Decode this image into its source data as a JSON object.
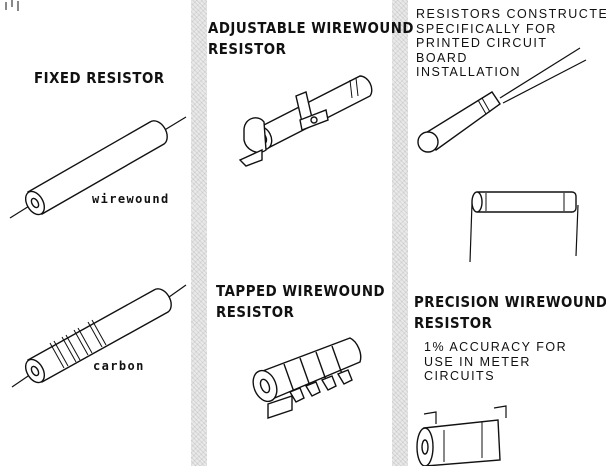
{
  "columns": {
    "left": {
      "fixed_resistor": {
        "title": "FIXED RESISTOR",
        "labels": [
          "wirewound",
          "carbon"
        ]
      }
    },
    "middle": {
      "adjustable_wirewound": {
        "title": "ADJUSTABLE WIREWOUND\nRESISTOR"
      },
      "tapped_wirewound": {
        "title": "TAPPED WIREWOUND\nRESISTOR"
      }
    },
    "right": {
      "pcb_resistors": {
        "caption": "RESISTORS CONSTRUCTED\nSPECIFICALLY FOR\nPRINTED CIRCUIT\nBOARD\nINSTALLATION"
      },
      "precision_wirewound": {
        "title": "PRECISION WIREWOUND\nRESISTOR",
        "caption": "1% ACCURACY FOR\nUSE IN METER\nCIRCUITS"
      }
    }
  }
}
